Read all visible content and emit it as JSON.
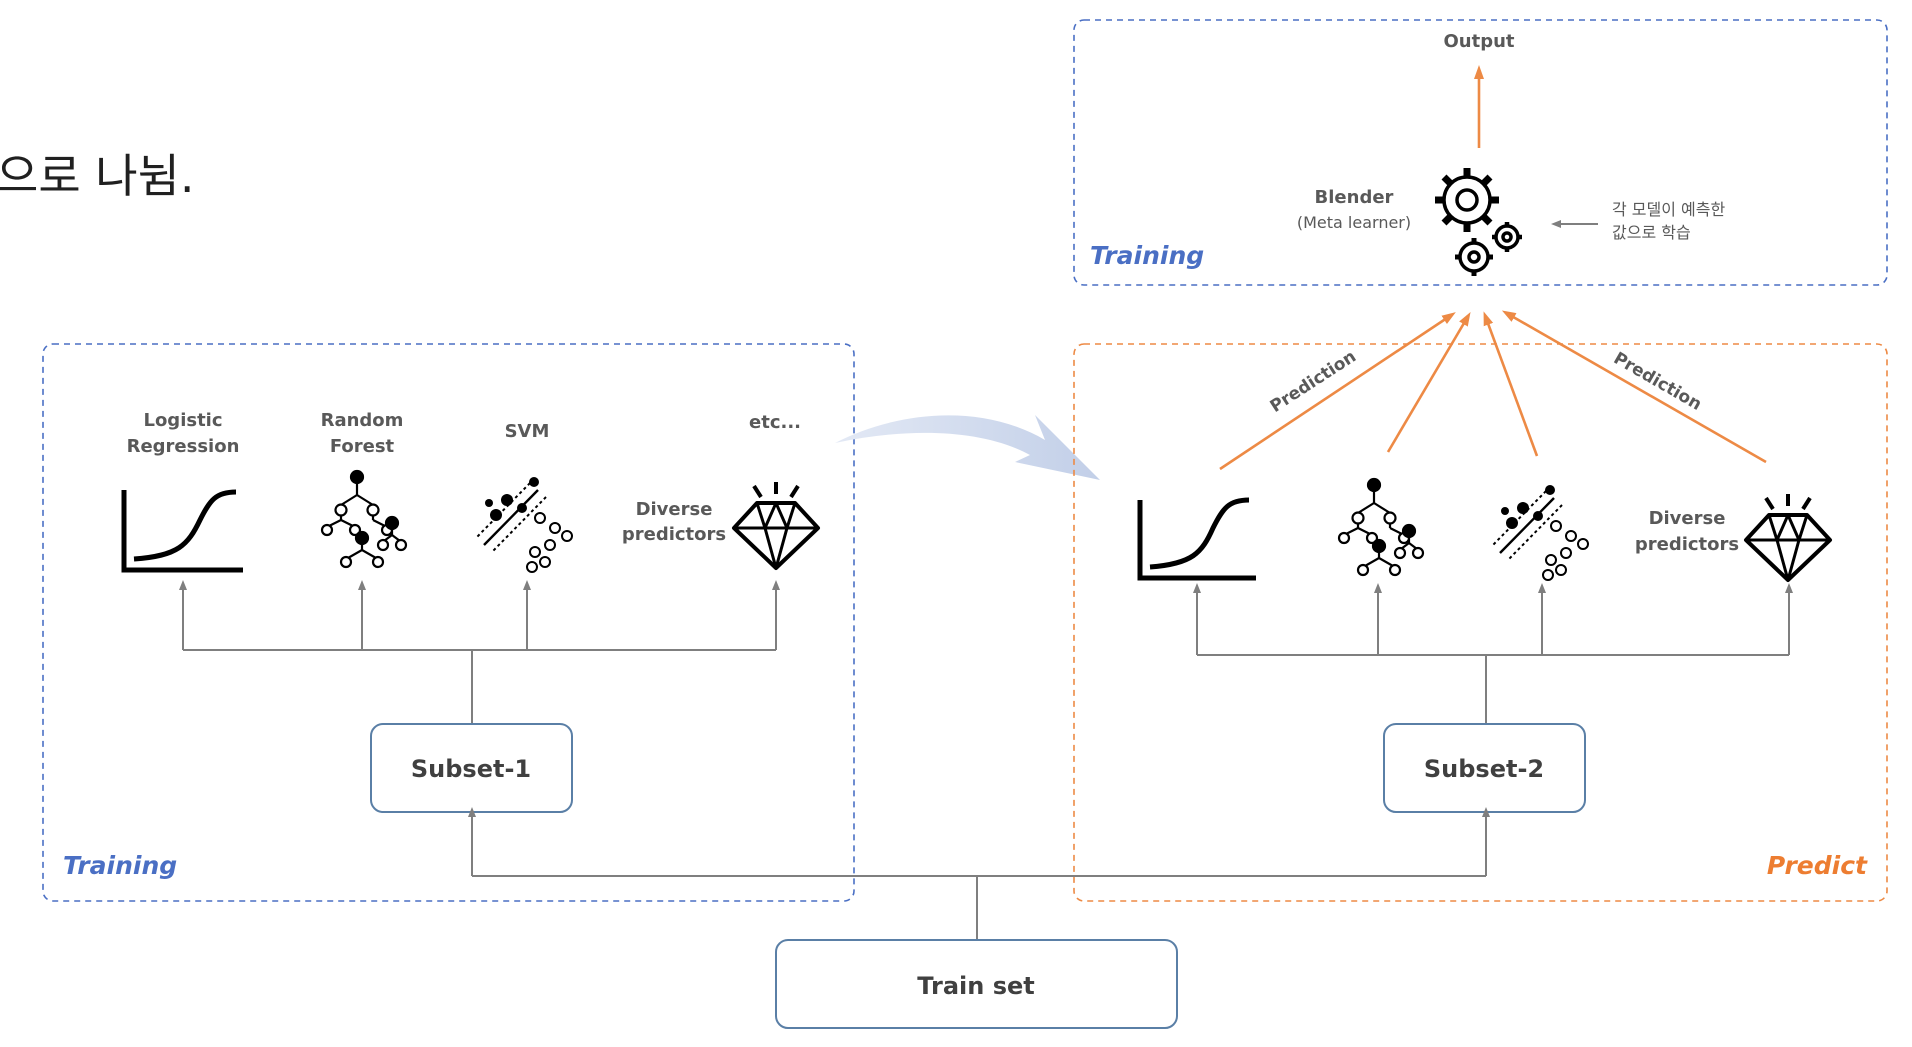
{
  "heading_fragment": "으로 나뉨.",
  "left_panel": {
    "stage_label": "Training",
    "subset_label": "Subset-1",
    "models": [
      {
        "label_lines": [
          "Logistic",
          "Regression"
        ],
        "icon": "logistic-curve-icon"
      },
      {
        "label_lines": [
          "Random",
          "Forest"
        ],
        "icon": "decision-tree-icon"
      },
      {
        "label_lines": [
          "SVM"
        ],
        "icon": "svm-scatter-icon"
      },
      {
        "label_lines": [
          "etc..."
        ],
        "icon": "diamond-icon"
      }
    ],
    "diverse_label": [
      "Diverse",
      "predictors"
    ]
  },
  "right_panel": {
    "stage_label": "Predict",
    "subset_label": "Subset-2",
    "diverse_label": [
      "Diverse",
      "predictors"
    ],
    "prediction_labels": [
      "Prediction",
      "Prediction"
    ]
  },
  "top_panel": {
    "stage_label": "Training",
    "output_label": "Output",
    "blender_title": "Blender",
    "blender_subtitle": "(Meta learner)",
    "note_lines": [
      "각 모델이 예측한",
      "값으로 학습"
    ],
    "icon": "gears-icon"
  },
  "train_set_label": "Train set",
  "colors": {
    "blue_border": "#4a6fc4",
    "orange_border": "#ed8a45",
    "box_border": "#5a7fa6",
    "connector": "#7f7f7f",
    "big_arrow": "#c9d5ea"
  }
}
